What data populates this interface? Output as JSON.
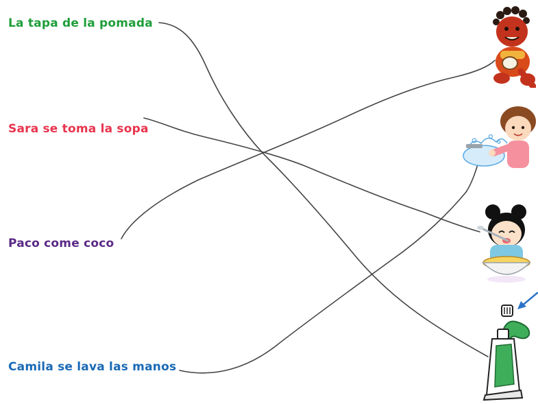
{
  "sentences": [
    {
      "text": "La tapa de la pomada",
      "color": "#1f9e3a"
    },
    {
      "text": "Sara se toma la sopa",
      "color": "#e8344e"
    },
    {
      "text": "Paco come coco",
      "color": "#5b2a86"
    },
    {
      "text": "Camila se lava las manos",
      "color": "#1a6ab5"
    }
  ],
  "pictures": [
    {
      "icon": "child-eating-coconut-icon"
    },
    {
      "icon": "girl-washing-hands-icon"
    },
    {
      "icon": "girl-eating-soup-icon"
    },
    {
      "icon": "ointment-tube-with-cap-icon"
    }
  ],
  "line_color": "#444444",
  "arrow_color": "#2b73c9"
}
